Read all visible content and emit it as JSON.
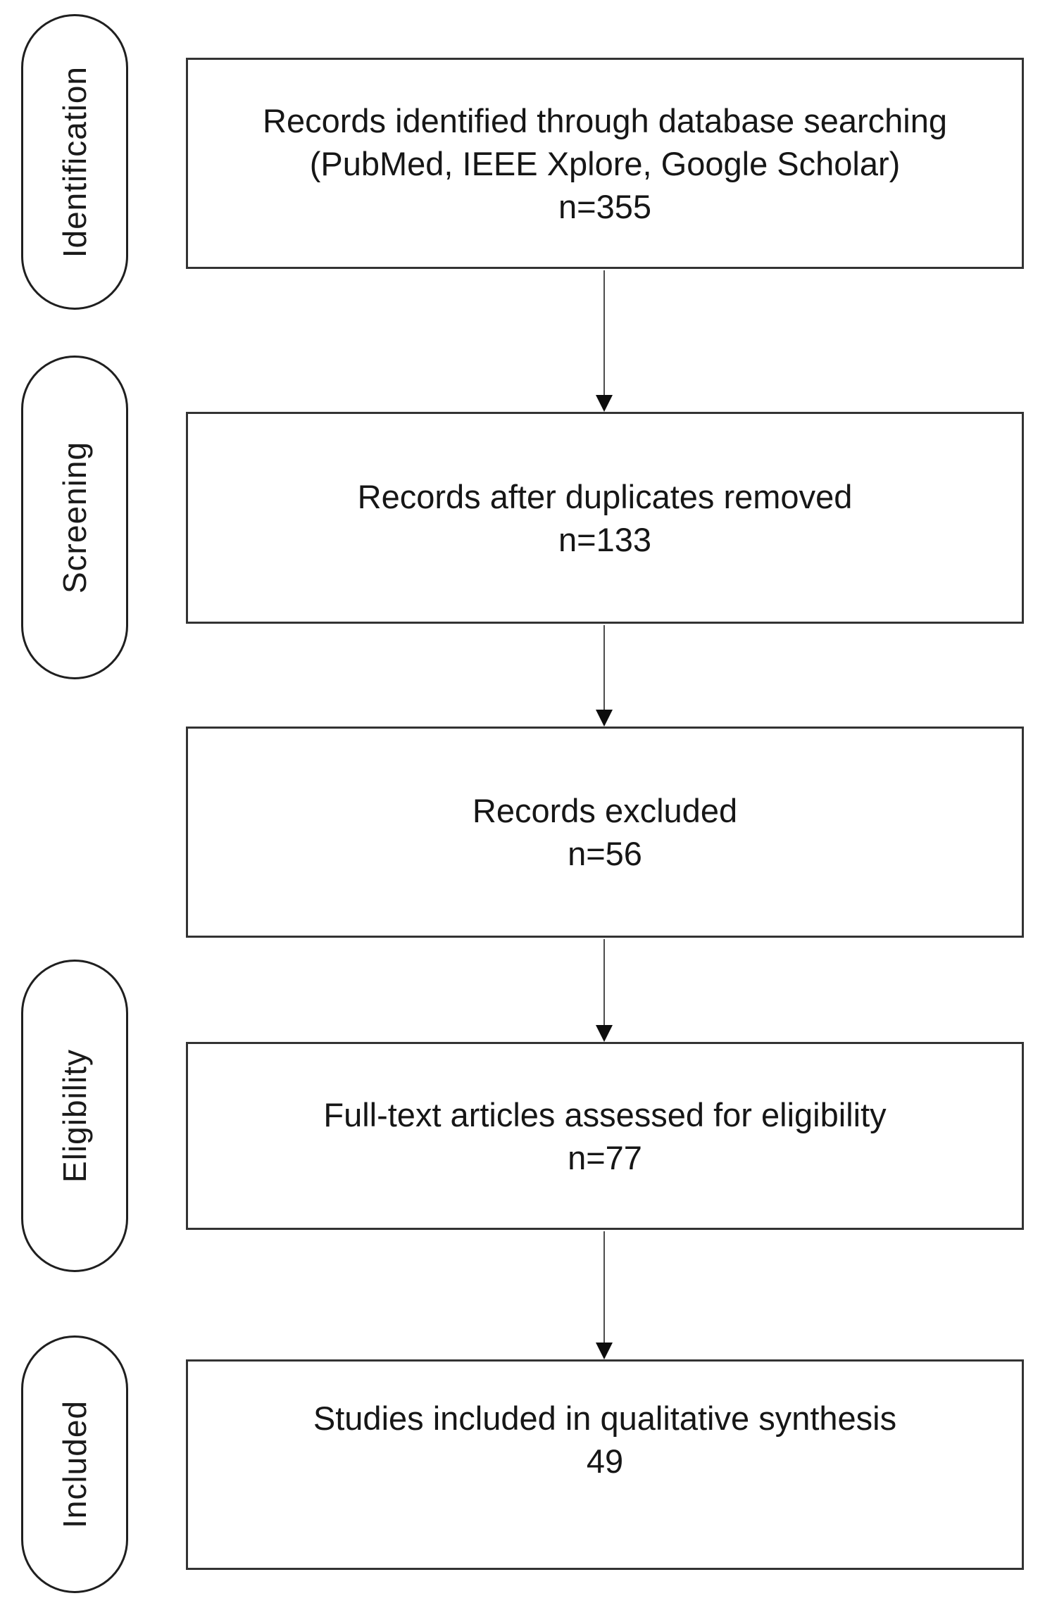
{
  "diagram": {
    "stages": [
      {
        "label": "Identification"
      },
      {
        "label": "Screening"
      },
      {
        "label": "Eligibility"
      },
      {
        "label": "Included"
      }
    ],
    "boxes": [
      {
        "lines": [
          "Records identified through database searching",
          "(PubMed, IEEE Xplore, Google Scholar)",
          "n=355"
        ]
      },
      {
        "lines": [
          "Records after duplicates removed",
          "n=133"
        ]
      },
      {
        "lines": [
          "Records excluded",
          "n=56"
        ]
      },
      {
        "lines": [
          "Full-text articles assessed for eligibility",
          "n=77"
        ]
      },
      {
        "lines": [
          "Studies included in qualitative synthesis",
          "49"
        ]
      }
    ],
    "colors": {
      "ink": "#1a1a1a",
      "box_border": "#333333",
      "stage_border": "#1f1f1f",
      "arrow_line": "#4d4d4d",
      "arrow_head": "#0d0d0d",
      "background": "#ffffff"
    }
  }
}
